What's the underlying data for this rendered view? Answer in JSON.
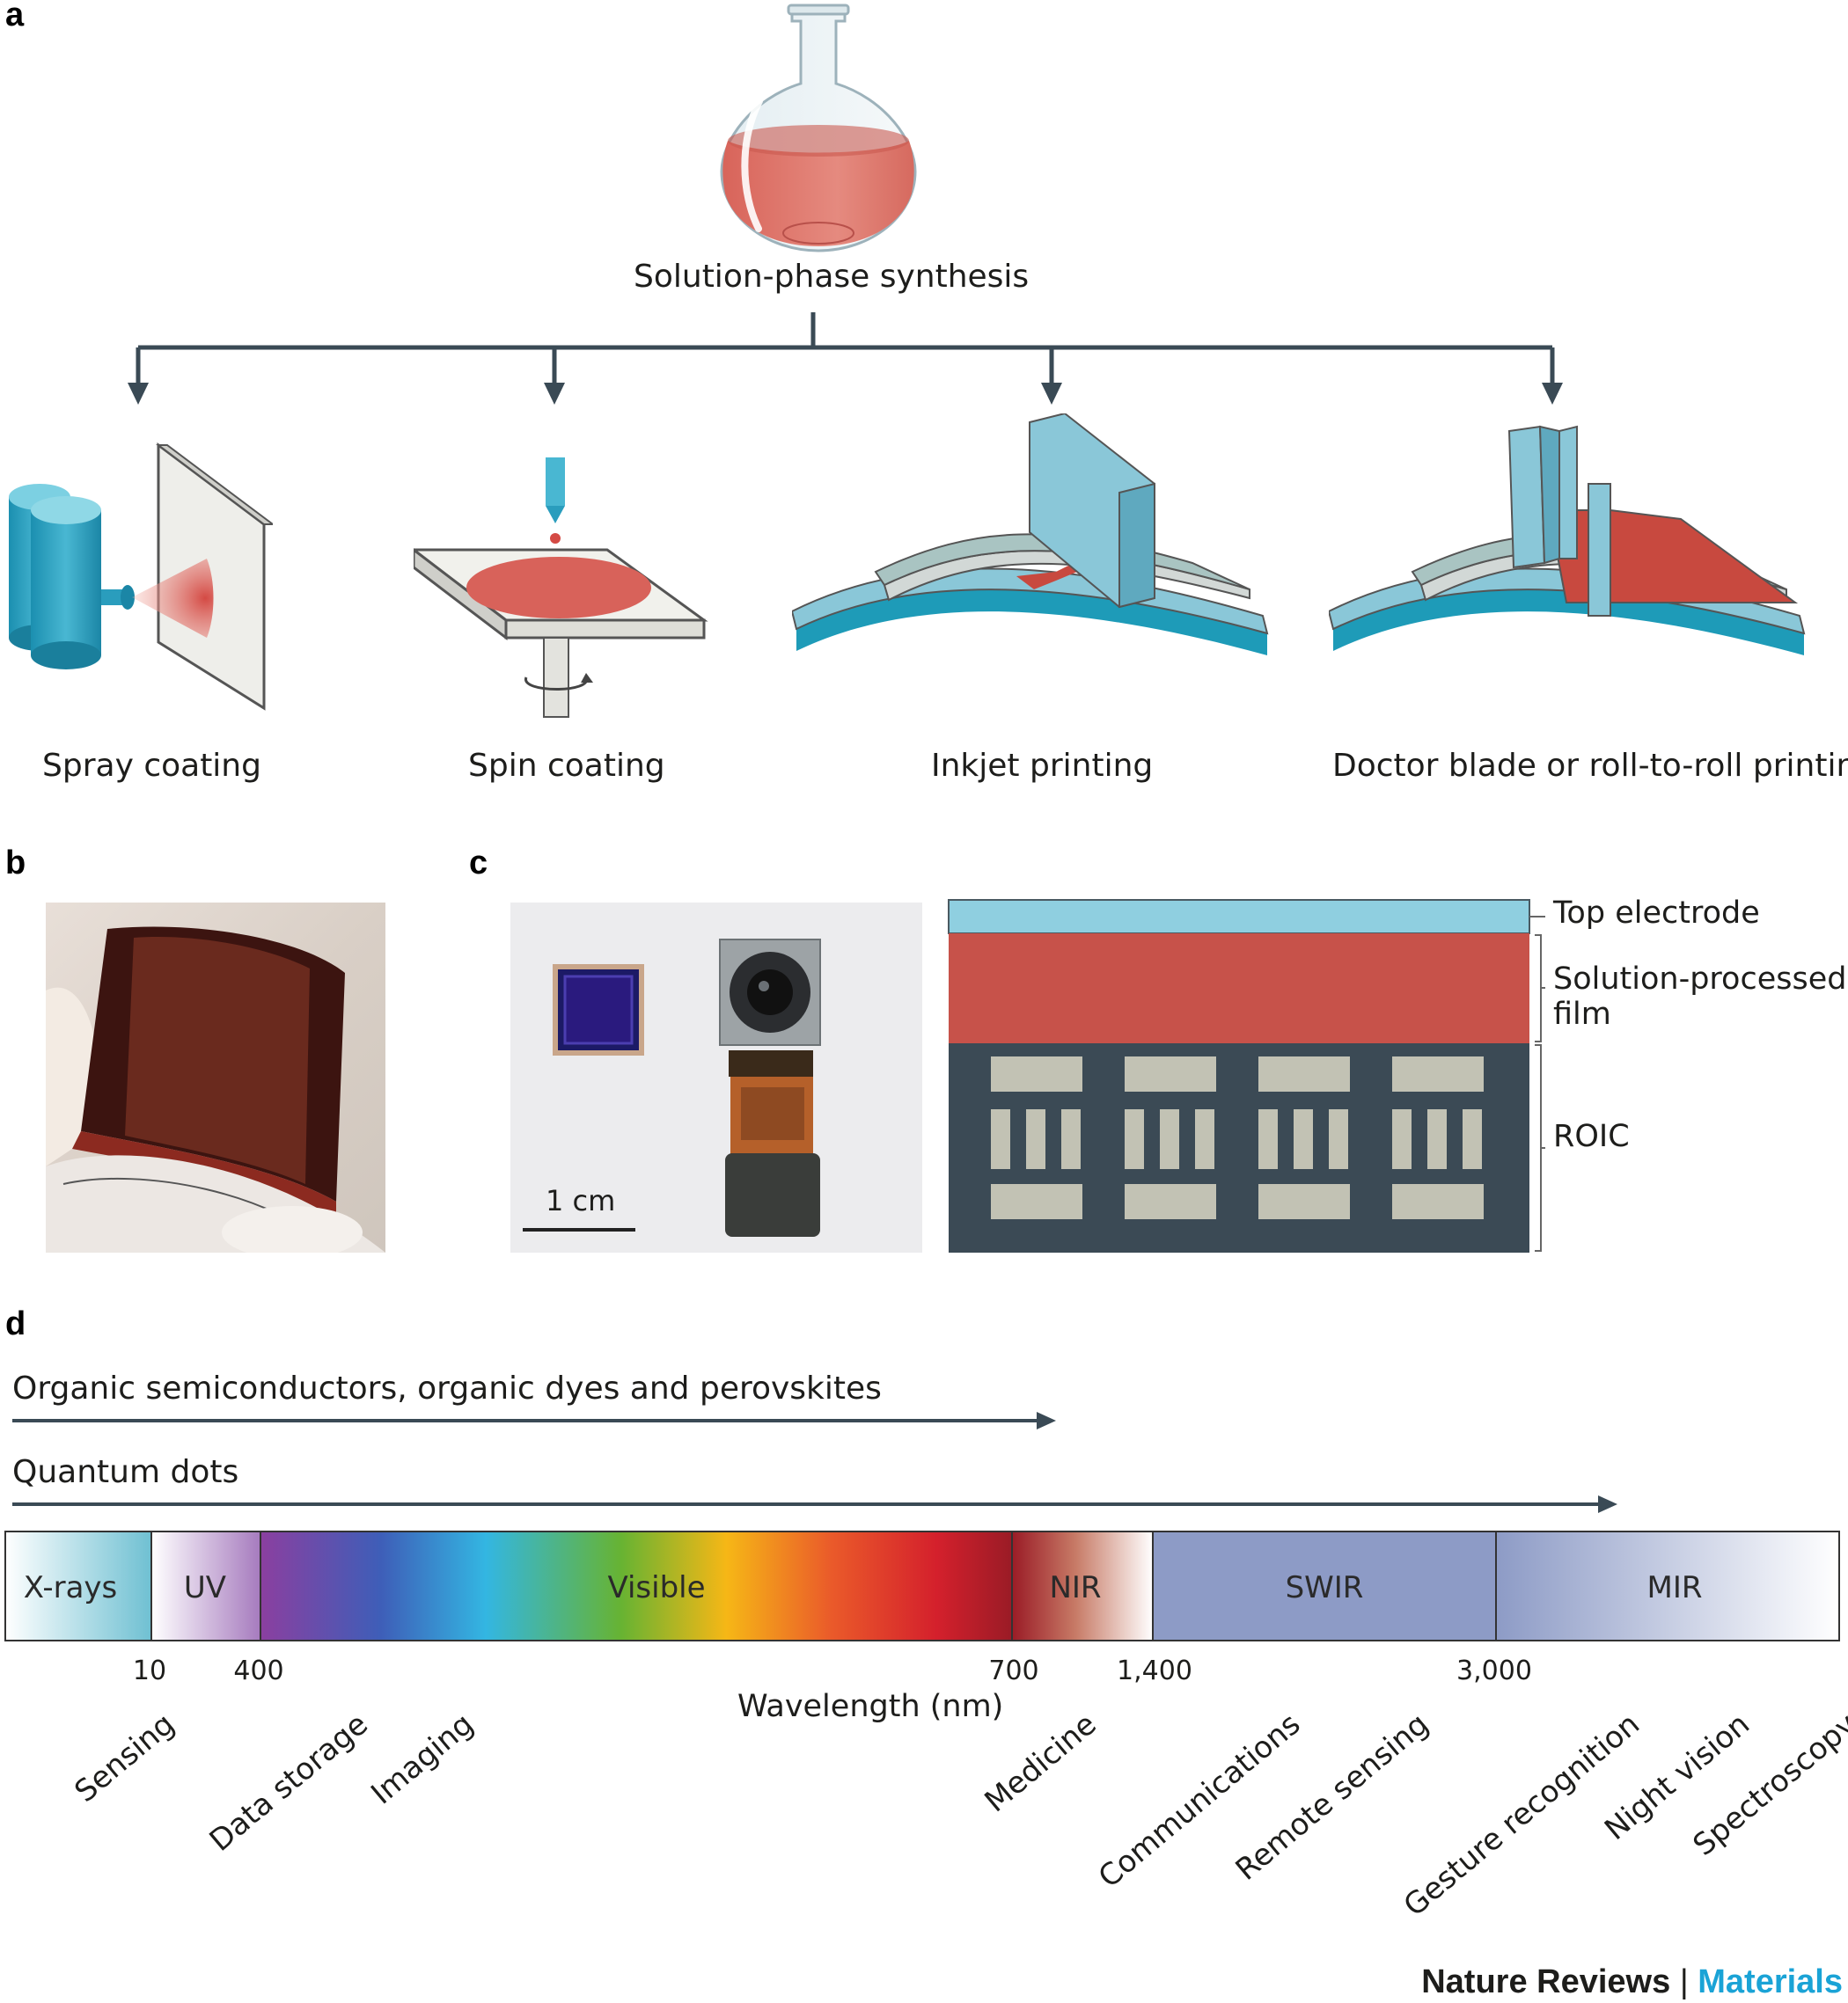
{
  "panels": {
    "a": "a",
    "b": "b",
    "c": "c",
    "d": "d"
  },
  "panel_a": {
    "synthesis_label": "Solution-phase synthesis",
    "methods": [
      "Spray coating",
      "Spin coating",
      "Inkjet printing",
      "Doctor blade or roll-to-roll printing"
    ],
    "colors": {
      "flask_liquid": "#e07a6e",
      "device_blue": "#8ac7d8",
      "device_red": "#c8493f",
      "arrow": "#3a4a55"
    }
  },
  "panel_c": {
    "scale_bar": "1 cm",
    "layers": [
      "Top electrode",
      "Solution-processed",
      "film",
      "ROIC"
    ],
    "colors": {
      "top_electrode": "#8fcfe0",
      "film": "#c7524a",
      "roic": "#3b4a55",
      "pixel": "#c2c2b4"
    }
  },
  "panel_d": {
    "material_arrows": [
      "Organic semiconductors, organic dyes and perovskites",
      "Quantum dots"
    ],
    "bands": [
      "X-rays",
      "UV",
      "Visible",
      "NIR",
      "SWIR",
      "MIR"
    ],
    "ticks": [
      "10",
      "400",
      "700",
      "1,400",
      "3,000"
    ],
    "axis_label": "Wavelength (nm)",
    "applications": [
      "Sensing",
      "Data storage",
      "Imaging",
      "Medicine",
      "Communications",
      "Remote sensing",
      "Gesture recognition",
      "Night vision",
      "Spectroscopy"
    ]
  },
  "footer": {
    "journal": "Nature Reviews",
    "separator": "|",
    "section": "Materials",
    "accent": "#1aa3d6"
  }
}
